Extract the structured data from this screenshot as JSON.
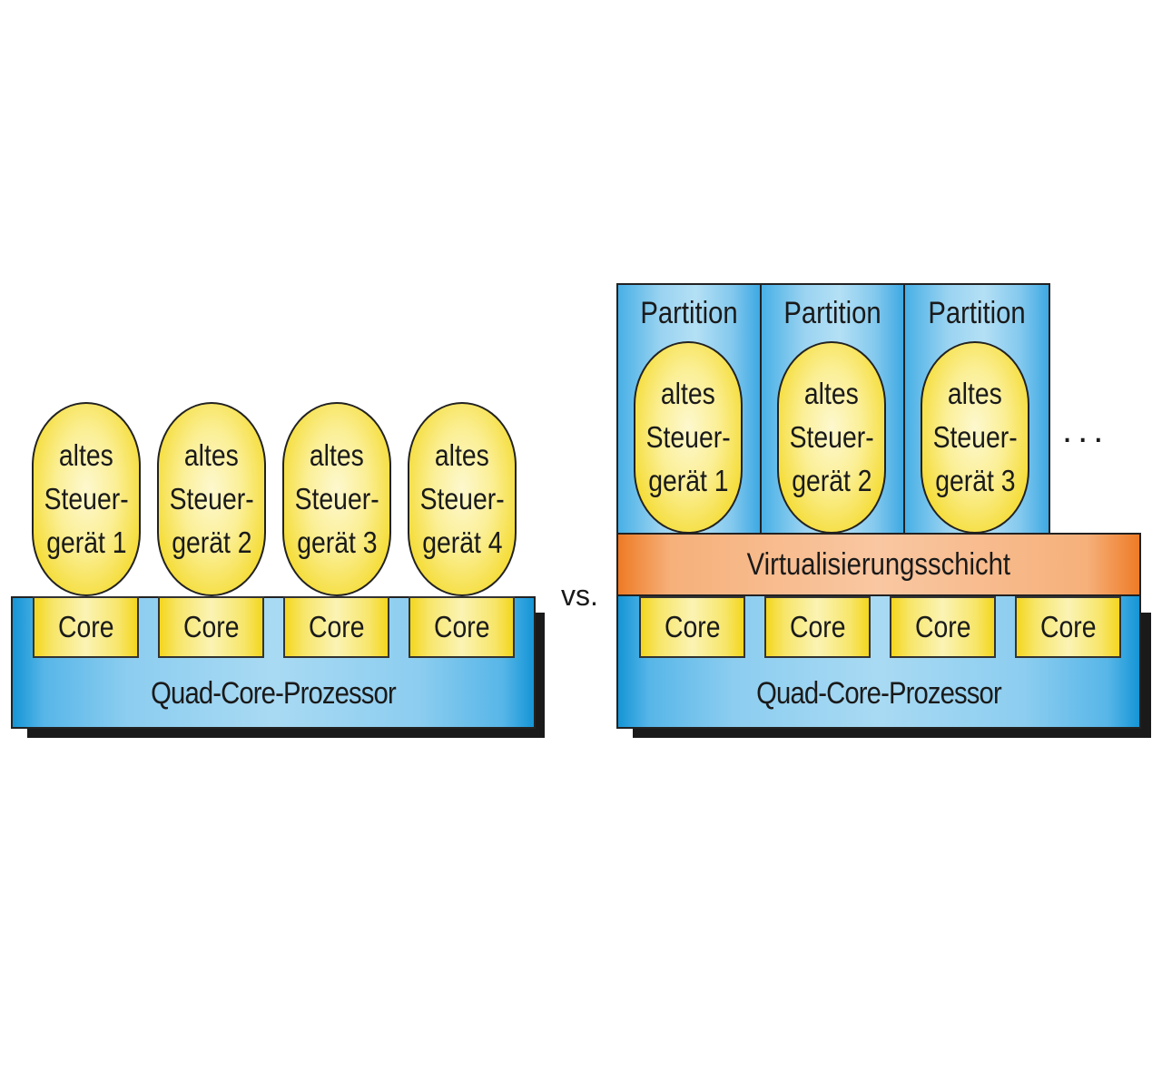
{
  "left": {
    "ecus": [
      {
        "line1": "altes",
        "line2": "Steuer-",
        "line3": "gerät 1"
      },
      {
        "line1": "altes",
        "line2": "Steuer-",
        "line3": "gerät 2"
      },
      {
        "line1": "altes",
        "line2": "Steuer-",
        "line3": "gerät 3"
      },
      {
        "line1": "altes",
        "line2": "Steuer-",
        "line3": "gerät 4"
      }
    ],
    "cores": [
      "Core",
      "Core",
      "Core",
      "Core"
    ],
    "processor": "Quad-Core-Prozessor"
  },
  "separator": "vs.",
  "right": {
    "partitions": [
      {
        "label": "Partition",
        "line1": "altes",
        "line2": "Steuer-",
        "line3": "gerät 1"
      },
      {
        "label": "Partition",
        "line1": "altes",
        "line2": "Steuer-",
        "line3": "gerät 2"
      },
      {
        "label": "Partition",
        "line1": "altes",
        "line2": "Steuer-",
        "line3": "gerät 3"
      }
    ],
    "ellipsis": "...",
    "virtualization": "Virtualisierungsschicht",
    "cores": [
      "Core",
      "Core",
      "Core",
      "Core"
    ],
    "processor": "Quad-Core-Prozessor"
  },
  "colors": {
    "processor_blue": "#8ccdf0",
    "core_yellow": "#f7e66a",
    "ecu_yellow": "#fbef96",
    "virtualization_orange": "#f6b07a"
  }
}
